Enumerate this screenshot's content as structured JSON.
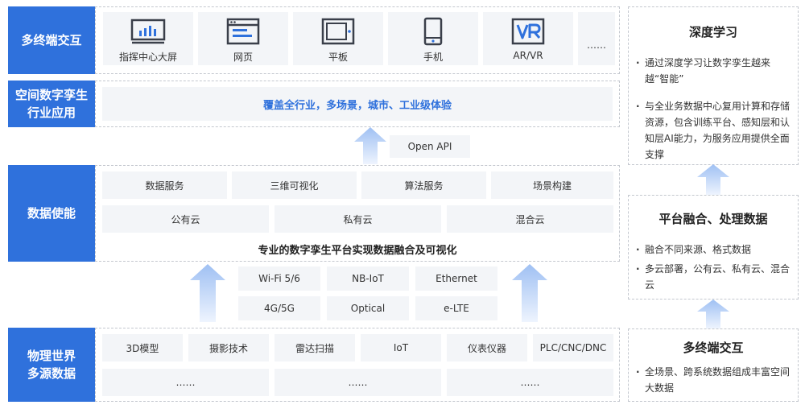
{
  "rows": {
    "terminal": {
      "label": "多终端交互",
      "items": [
        {
          "label": "指挥中心大屏",
          "icon": "dashboard-screen-icon"
        },
        {
          "label": "网页",
          "icon": "webpage-icon"
        },
        {
          "label": "平板",
          "icon": "tablet-icon"
        },
        {
          "label": "手机",
          "icon": "phone-icon"
        },
        {
          "label": "AR/VR",
          "icon": "vr-icon"
        }
      ],
      "ellipsis": "……"
    },
    "industry": {
      "label": "空间数字孪生\n行业应用",
      "banner": "覆盖全行业，多场景，城市、工业级体验"
    },
    "open_api": "Open API",
    "data": {
      "label": "数据使能",
      "services": [
        "数据服务",
        "三维可视化",
        "算法服务",
        "场景构建"
      ],
      "clouds": [
        "公有云",
        "私有云",
        "混合云"
      ],
      "summary": "专业的数字孪生平台实现数据融合及可视化"
    },
    "network": [
      "Wi-Fi 5/6",
      "NB-IoT",
      "Ethernet",
      "4G/5G",
      "Optical",
      "e-LTE"
    ],
    "physical": {
      "label": "物理世界\n多源数据",
      "sources": [
        "3D模型",
        "摄影技术",
        "雷达扫描",
        "IoT",
        "仪表仪器",
        "PLC/CNC/DNC"
      ],
      "more": [
        "……",
        "……",
        "……"
      ]
    }
  },
  "right": [
    {
      "title": "深度学习",
      "points": [
        "通过深度学习让数字孪生越来越“智能”",
        "与全业务数据中心复用计算和存储资源，包含训练平台、感知层和认知层AI能力，为服务应用提供全面支撑"
      ]
    },
    {
      "title": "平台融合、处理数据",
      "points": [
        "融合不同来源、格式数据",
        "多云部署，公有云、私有云、混合云"
      ]
    },
    {
      "title": "多终端交互",
      "points": [
        "全场景、跨系统数据组成丰富空间大数据"
      ]
    }
  ],
  "colors": {
    "accent_blue": "#2f71dc",
    "banner_text": "#2f71dc",
    "cell_bg": "#f3f5f8",
    "icon_dark": "#3a3f4a",
    "icon_blue": "#2f71dc",
    "arrow_light": "#e6efff",
    "arrow_mid": "#a9c6f5"
  }
}
